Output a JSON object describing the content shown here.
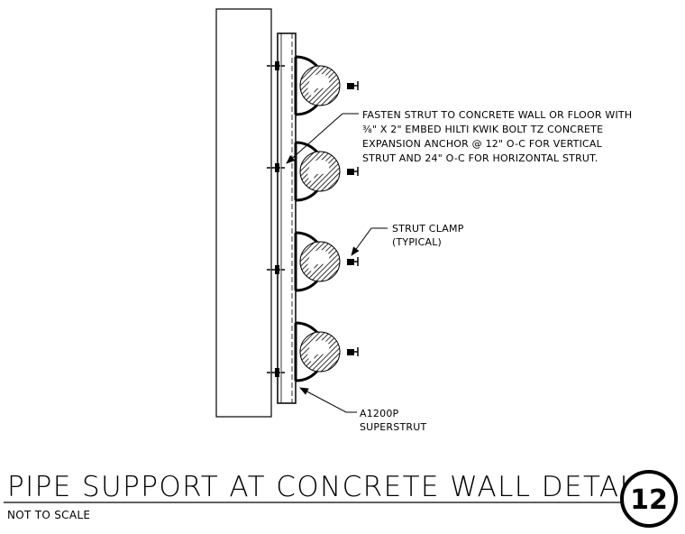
{
  "notes": {
    "fasten": [
      "FASTEN STRUT TO CONCRETE WALL OR FLOOR WITH",
      "⅜\" X 2\" EMBED HILTI KWIK BOLT TZ CONCRETE",
      "EXPANSION ANCHOR @ 12\" O-C FOR VERTICAL",
      "STRUT AND 24\" O-C FOR HORIZONTAL STRUT."
    ],
    "clamp": [
      "STRUT CLAMP",
      "(TYPICAL)"
    ],
    "superstrut": [
      "A1200P",
      "SUPERSTRUT"
    ]
  },
  "title": {
    "main": "PIPE SUPPORT AT CONCRETE WALL DETAIL",
    "scale": "NOT TO SCALE",
    "detail_number": "12"
  }
}
